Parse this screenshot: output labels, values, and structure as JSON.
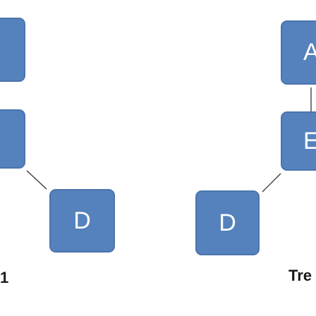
{
  "diagram": {
    "colors": {
      "node_fill": "#5582bd",
      "node_border": "#4a75ad",
      "node_text": "#ffffff",
      "edge": "#333333",
      "caption": "#1a1a1a"
    },
    "left_tree": {
      "caption": "1",
      "nodes": [
        {
          "label": ""
        },
        {
          "label": ""
        },
        {
          "label": "D"
        }
      ]
    },
    "right_tree": {
      "caption": "Tre",
      "nodes": [
        {
          "label": "A"
        },
        {
          "label": "E"
        },
        {
          "label": "D"
        }
      ]
    }
  }
}
